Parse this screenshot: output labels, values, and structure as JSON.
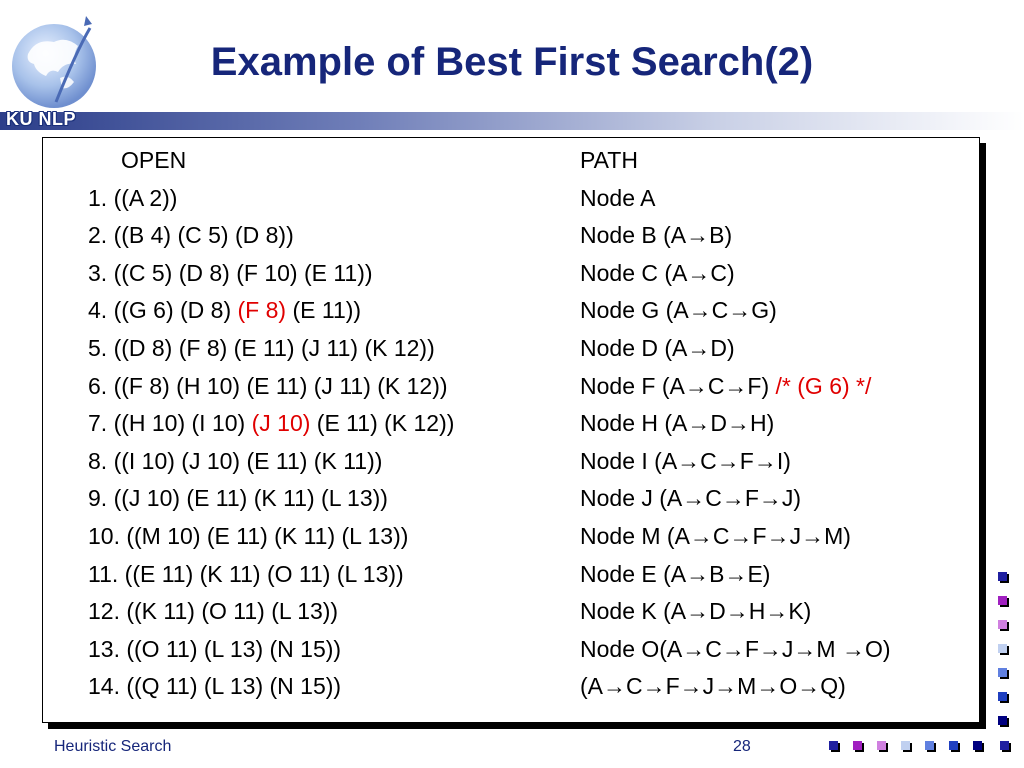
{
  "header": {
    "logo_text": "KU NLP",
    "title": "Example of Best First Search(2)"
  },
  "table": {
    "open_header": "OPEN",
    "path_header": "PATH",
    "open_rows": [
      [
        {
          "t": "1. ((A 2))"
        }
      ],
      [
        {
          "t": "2. ((B 4) (C 5) (D 8))"
        }
      ],
      [
        {
          "t": "3. ((C 5) (D 8) (F 10) (E 11))"
        }
      ],
      [
        {
          "t": "4. ((G 6) (D 8) "
        },
        {
          "t": "(F 8)",
          "red": true
        },
        {
          "t": " (E 11))"
        }
      ],
      [
        {
          "t": "5. ((D 8) (F 8) (E 11) (J 11) (K 12))"
        }
      ],
      [
        {
          "t": "6. ((F 8) (H 10) (E 11) (J 11) (K 12))"
        }
      ],
      [
        {
          "t": "7. ((H 10) (I 10) "
        },
        {
          "t": "(J 10)",
          "red": true
        },
        {
          "t": " (E 11) (K 12))"
        }
      ],
      [
        {
          "t": "8. ((I 10) (J 10) (E 11) (K 11))"
        }
      ],
      [
        {
          "t": "9. ((J 10) (E 11) (K 11) (L 13))"
        }
      ],
      [
        {
          "t": "10. ((M 10) (E 11) (K 11) (L 13))"
        }
      ],
      [
        {
          "t": "11. ((E 11) (K 11) (O 11) (L 13))"
        }
      ],
      [
        {
          "t": "12. ((K 11) (O 11) (L 13))"
        }
      ],
      [
        {
          "t": "13. ((O 11) (L 13) (N 15))"
        }
      ],
      [
        {
          "t": "14. ((Q 11) (L 13) (N 15))"
        }
      ]
    ],
    "path_rows": [
      [
        {
          "t": "Node A"
        }
      ],
      [
        {
          "t": "Node B (A→B)"
        }
      ],
      [
        {
          "t": "Node C (A→C)"
        }
      ],
      [
        {
          "t": "Node G (A→C→G)"
        }
      ],
      [
        {
          "t": "Node D (A→D)"
        }
      ],
      [
        {
          "t": "Node F (A→C→F) "
        },
        {
          "t": "/* (G 6) */",
          "red": true
        }
      ],
      [
        {
          "t": "Node H (A→D→H)"
        }
      ],
      [
        {
          "t": "Node I (A→C→F→I)"
        }
      ],
      [
        {
          "t": "Node J (A→C→F→J)"
        }
      ],
      [
        {
          "t": "Node M (A→C→F→J→M)"
        }
      ],
      [
        {
          "t": "Node E (A→B→E)"
        }
      ],
      [
        {
          "t": "Node K (A→D→H→K)"
        }
      ],
      [
        {
          "t": "Node O(A→C→F→J→M →O)"
        }
      ],
      [
        {
          "t": "(A→C→F→J→M→O→Q)"
        }
      ]
    ]
  },
  "footer": {
    "left": "Heuristic Search",
    "page": "28"
  },
  "decor": {
    "square_colors": [
      "#2020a0",
      "#a020c0",
      "#d080e0",
      "#c0d0f0",
      "#6080e0",
      "#2040c0",
      "#000080"
    ]
  }
}
